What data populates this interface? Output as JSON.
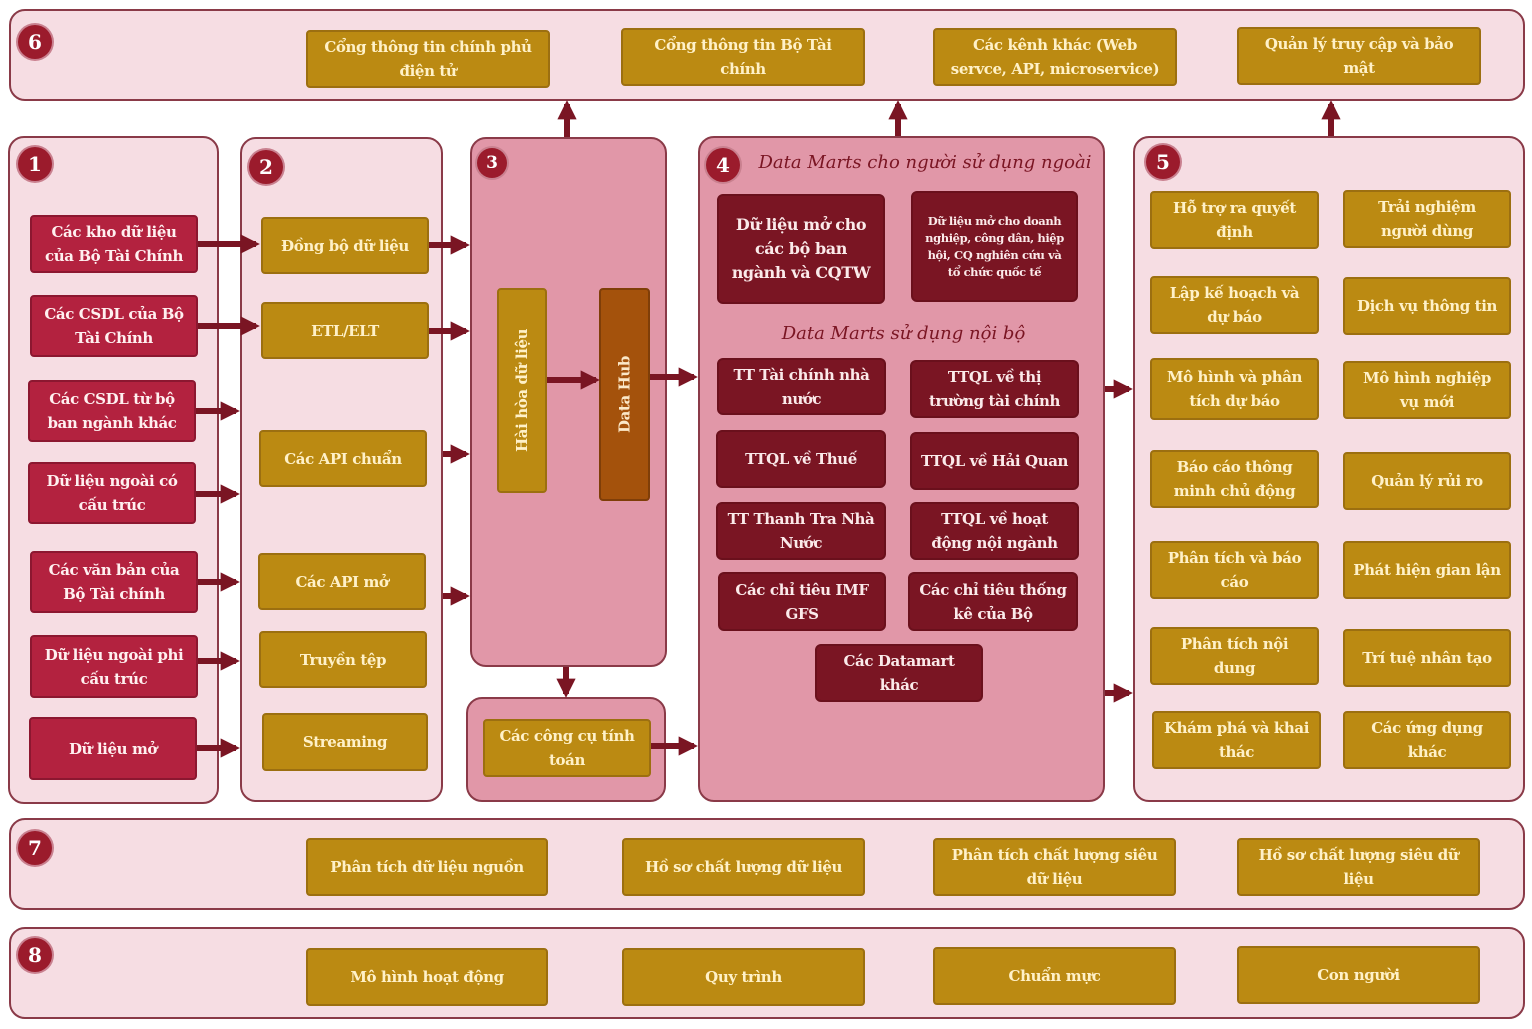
{
  "colors": {
    "panel_light": "#f6dde3",
    "panel_dark": "#e197a8",
    "gold": "#bb8a12",
    "red": "#b3223f",
    "maroon": "#7a1523",
    "brown": "#a4520c",
    "arrow": "#7a1523"
  },
  "layer6": {
    "number": "6",
    "items": [
      "Cổng thông tin chính phủ điện tử",
      "Cổng thông tin Bộ Tài chính",
      "Các kênh khác (Web servce, API, microservice)",
      "Quản lý truy cập và bảo mật"
    ]
  },
  "layer1": {
    "number": "1",
    "items": [
      "Các kho dữ liệu của Bộ Tài Chính",
      "Các CSDL của Bộ Tài Chính",
      "Các CSDL từ bộ ban ngành khác",
      "Dữ liệu ngoài có cấu trúc",
      "Các văn bản của Bộ Tài chính",
      "Dữ liệu ngoài phi cấu trúc",
      "Dữ liệu mở"
    ]
  },
  "layer2": {
    "number": "2",
    "items": [
      "Đồng bộ dữ liệu",
      "ETL/ELT",
      "Các API chuẩn",
      "Các API mở",
      "Truyền tệp",
      "Streaming"
    ]
  },
  "layer3": {
    "number": "3",
    "harmonize": "Hài hòa dữ liệu",
    "hub": "Data Hub",
    "compute": "Các công cụ tính toán"
  },
  "layer4": {
    "number": "4",
    "external_title": "Data Marts cho người sử dụng ngoài",
    "external_items": [
      "Dữ liệu mở cho các bộ ban ngành và CQTW",
      "Dữ liệu mở cho doanh nghiệp, công dân, hiệp hội, CQ nghiên cứu và tổ chức quốc tế"
    ],
    "internal_title": "Data Marts sử dụng nội bộ",
    "internal_items": [
      "TT Tài chính nhà nước",
      "TTQL về thị trường tài chính",
      "TTQL về Thuế",
      "TTQL về Hải Quan",
      "TT Thanh Tra Nhà Nước",
      "TTQL về hoạt động nội ngành",
      "Các chỉ tiêu IMF GFS",
      "Các chỉ tiêu thống kê của Bộ"
    ],
    "other": "Các Datamart khác"
  },
  "layer5": {
    "number": "5",
    "items": [
      "Hỗ trợ ra quyết định",
      "Trải nghiệm người dùng",
      "Lập kế hoạch và dự báo",
      "Dịch vụ thông tin",
      "Mô hình và phân tích dự báo",
      "Mô hình nghiệp vụ mới",
      "Báo cáo thông minh chủ động",
      "Quản lý rủi ro",
      "Phân tích và báo cáo",
      "Phát hiện gian lận",
      "Phân tích nội dung",
      "Trí tuệ nhân tạo",
      "Khám phá và khai thác",
      "Các ứng dụng khác"
    ]
  },
  "layer7": {
    "number": "7",
    "items": [
      "Phân tích dữ liệu nguồn",
      "Hồ sơ chất lượng dữ liệu",
      "Phân tích chất lượng siêu dữ liệu",
      "Hồ sơ chất lượng siêu dữ liệu"
    ]
  },
  "layer8": {
    "number": "8",
    "items": [
      "Mô hình hoạt động",
      "Quy trình",
      "Chuẩn mực",
      "Con người"
    ]
  }
}
